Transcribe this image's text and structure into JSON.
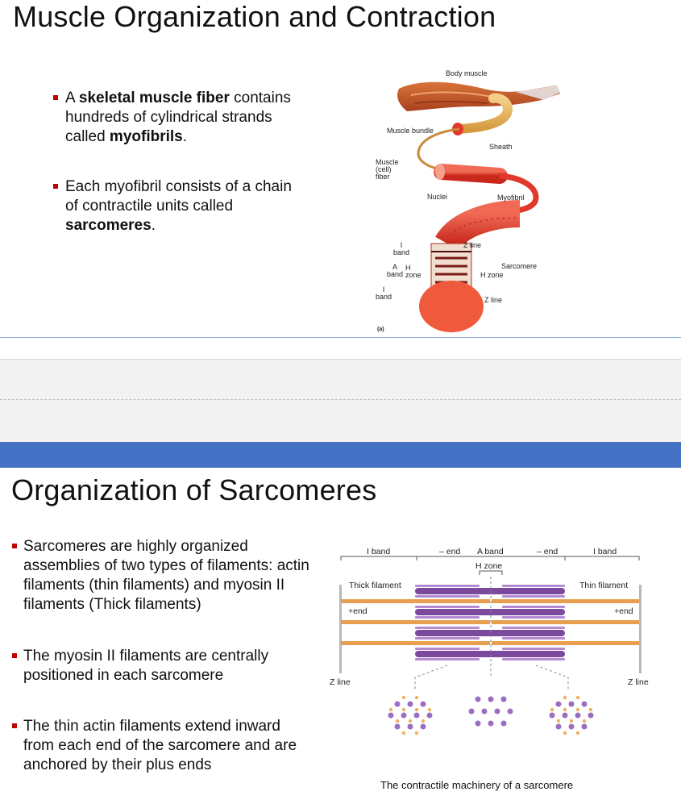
{
  "slide1": {
    "title": "Muscle Organization and Contraction",
    "bullet1": {
      "pre": "A ",
      "bold1": "skeletal muscle fiber",
      "mid": " contains hundreds of cylindrical strands called ",
      "bold2": "myofibrils",
      "post": "."
    },
    "bullet2": {
      "pre": "Each myofibril consists of a chain of contractile units called ",
      "bold1": "sarcomeres",
      "post": "."
    },
    "figure": {
      "body_muscle": "Body muscle",
      "muscle_bundle": "Muscle bundle",
      "sheath": "Sheath",
      "muscle_fiber_1": "Muscle",
      "muscle_fiber_2": "(cell)",
      "muscle_fiber_3": "fiber",
      "nuclei": "Nuclei",
      "myofibril": "Myofibril",
      "z_line_top": "Z line",
      "i_band_top_1": "I",
      "i_band_top_2": "band",
      "a_band_1": "A",
      "a_band_2": "band",
      "h_zone_1": "H",
      "h_zone_2": "zone",
      "h_zone_right": "H zone",
      "sarcomere": "Sarcomere",
      "i_band_bot_1": "I",
      "i_band_bot_2": "band",
      "z_line_bot": "Z line",
      "panel": "(a)"
    }
  },
  "slide2": {
    "title": "Organization of Sarcomeres",
    "bullet1": "Sarcomeres are highly organized assemblies of two types of filaments: actin filaments (thin filaments) and myosin II filaments (Thick filaments)",
    "bullet2": "The myosin II filaments are centrally positioned in each sarcomere",
    "bullet3": "The thin actin filaments extend inward from each end of the sarcomere and are anchored by their plus ends",
    "figure": {
      "i_band_left": "I band",
      "minus_end_left": "– end",
      "a_band": "A band",
      "minus_end_right": "– end",
      "i_band_right": "I band",
      "h_zone": "H zone",
      "thick_filament": "Thick filament",
      "thin_filament": "Thin filament",
      "plus_end_left": "+end",
      "plus_end_right": "+end",
      "z_line_left": "Z line",
      "z_line_right": "Z line"
    },
    "caption": "The contractile machinery of a sarcomere"
  },
  "colors": {
    "bullet": "#c00000",
    "blue_band": "#4472c4",
    "myosin": "#7b4a9e",
    "actin": "#e8a050",
    "muscle_red": "#e0392b"
  }
}
